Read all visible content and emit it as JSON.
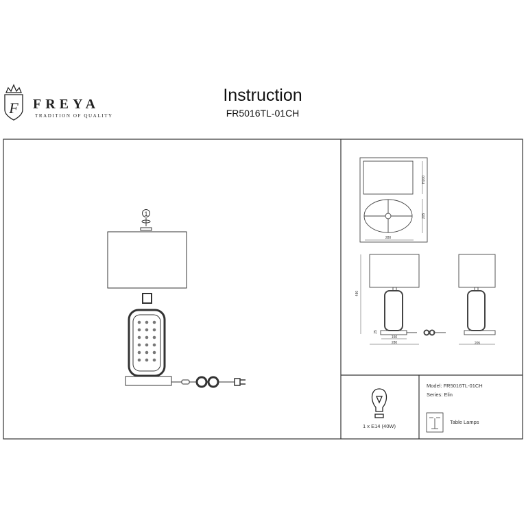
{
  "brand": {
    "name": "FREYA",
    "tagline": "TRADITION OF QUALITY",
    "monogram": "F"
  },
  "header": {
    "title": "Instruction",
    "model_code": "FR5016TL-01CH"
  },
  "assembly": {
    "step": "1"
  },
  "dimensions": {
    "shade_height": "H200",
    "shade_depth": "205",
    "shade_width": "280",
    "total_height": "480",
    "base_height": "25",
    "base_width": "150",
    "front_width": "280",
    "side_width": "205"
  },
  "bulb": {
    "spec": "1 x E14 (40W)"
  },
  "info": {
    "model": "Model: FR5016TL-01CH",
    "series": "Series: Elin",
    "category": "Table Lamps"
  }
}
